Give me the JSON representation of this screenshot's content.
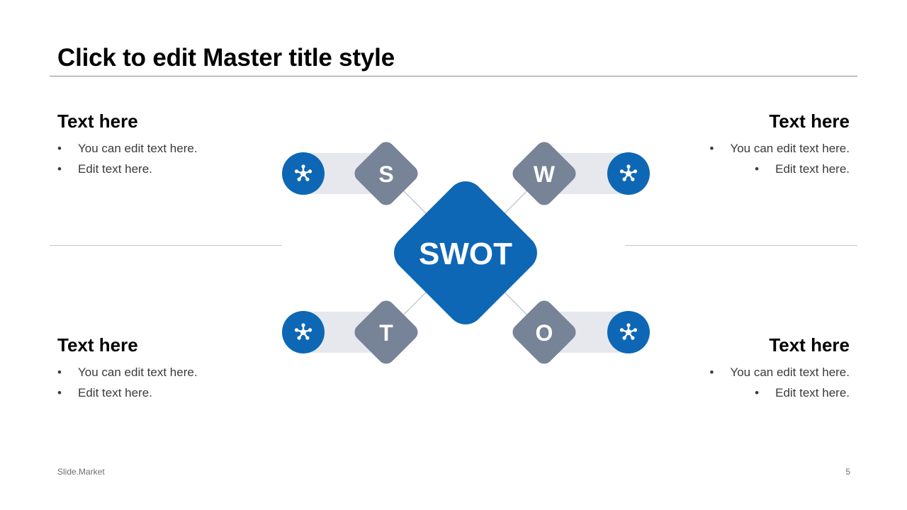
{
  "slide": {
    "title": "Click to edit Master title style",
    "footer_brand": "Slide.Market",
    "page_number": "5"
  },
  "colors": {
    "primary_blue": "#0E67B5",
    "quadrant_gray": "#778397",
    "bar_light": "#E6E8ED",
    "connector": "#b5bcc8"
  },
  "diagram": {
    "center_label": "SWOT",
    "quadrants": [
      {
        "letter": "S",
        "icon": "snowflake-icon"
      },
      {
        "letter": "W",
        "icon": "snowflake-icon"
      },
      {
        "letter": "T",
        "icon": "snowflake-icon"
      },
      {
        "letter": "O",
        "icon": "snowflake-icon"
      }
    ]
  },
  "blocks": {
    "top_left": {
      "heading": "Text here",
      "items": [
        "You can edit text here.",
        "Edit text here."
      ]
    },
    "top_right": {
      "heading": "Text here",
      "items": [
        "You can edit text here.",
        "Edit text here."
      ]
    },
    "bottom_left": {
      "heading": "Text here",
      "items": [
        "You can edit text here.",
        "Edit text here."
      ]
    },
    "bottom_right": {
      "heading": "Text here",
      "items": [
        "You can edit text here.",
        "Edit text here."
      ]
    }
  }
}
